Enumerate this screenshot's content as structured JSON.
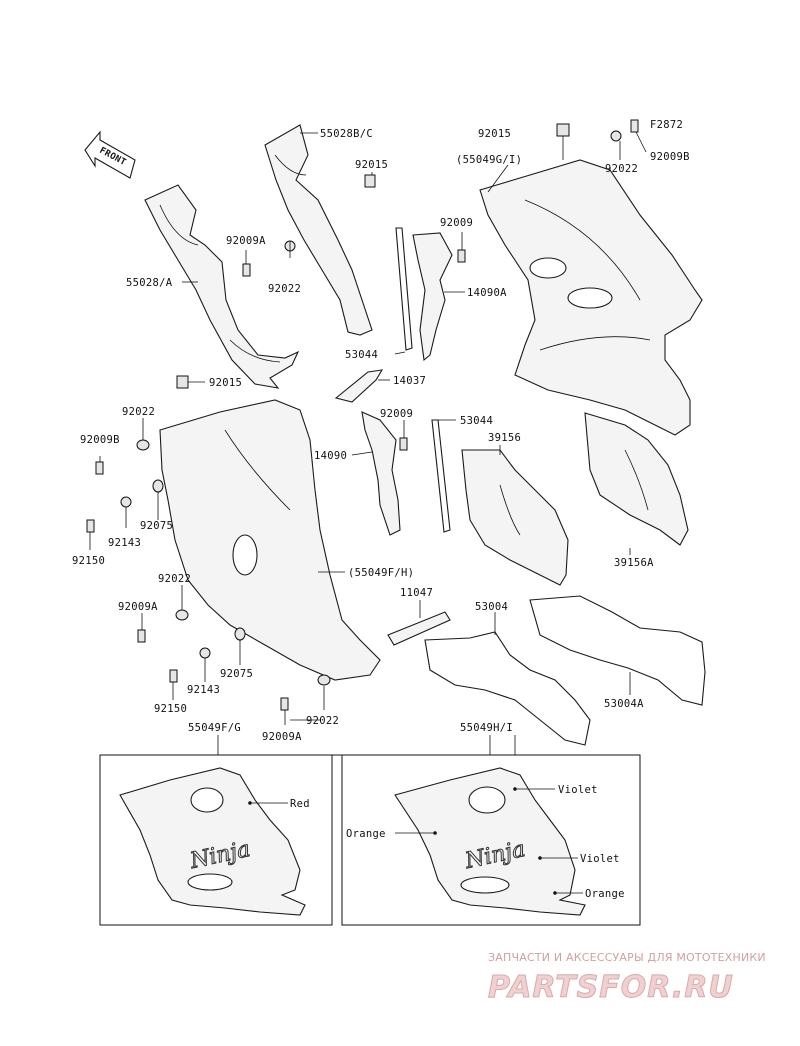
{
  "diagram_code": "F2872",
  "front_label": "FRONT",
  "parts": {
    "p55028BC": "55028B/C",
    "p92015_a": "92015",
    "p92009A_a": "92009A",
    "p92022_a": "92022",
    "p55028A": "55028/A",
    "p53044_a": "53044",
    "p92009_a": "92009",
    "p14090A": "14090A",
    "p92015_top": "92015",
    "p55049GI": "(55049G/I)",
    "p92009B_top": "92009B",
    "p92022_top": "92022",
    "p92015_b": "92015",
    "p14037": "14037",
    "p92022_b": "92022",
    "p92009B_b": "92009B",
    "p92009_b": "92009",
    "p53044_b": "53044",
    "p39156": "39156",
    "p14090": "14090",
    "p92075_a": "92075",
    "p92143_a": "92143",
    "p92150_a": "92150",
    "p55049FH": "(55049F/H)",
    "p39156A": "39156A",
    "p92022_c": "92022",
    "p11047": "11047",
    "p53004": "53004",
    "p92009A_b": "92009A",
    "p92075_b": "92075",
    "p92143_b": "92143",
    "p53004A": "53004A",
    "p92150_b": "92150",
    "p92022_d": "92022",
    "p92009A_c": "92009A",
    "p55049FG": "55049F/G",
    "p55049HI": "55049H/I"
  },
  "colors": {
    "red": "Red",
    "orange_left": "Orange",
    "violet_1": "Violet",
    "violet_2": "Violet",
    "orange_bottom": "Orange"
  },
  "decal_text": "Ninja",
  "watermark": {
    "line1": "ЗАПЧАСТИ И АКСЕССУАРЫ ДЛЯ МОТОТЕХНИКИ",
    "line2": "PARTSFOR.RU"
  },
  "theme": {
    "line_color": "#111111",
    "watermark_color": "#d9aaaa"
  }
}
